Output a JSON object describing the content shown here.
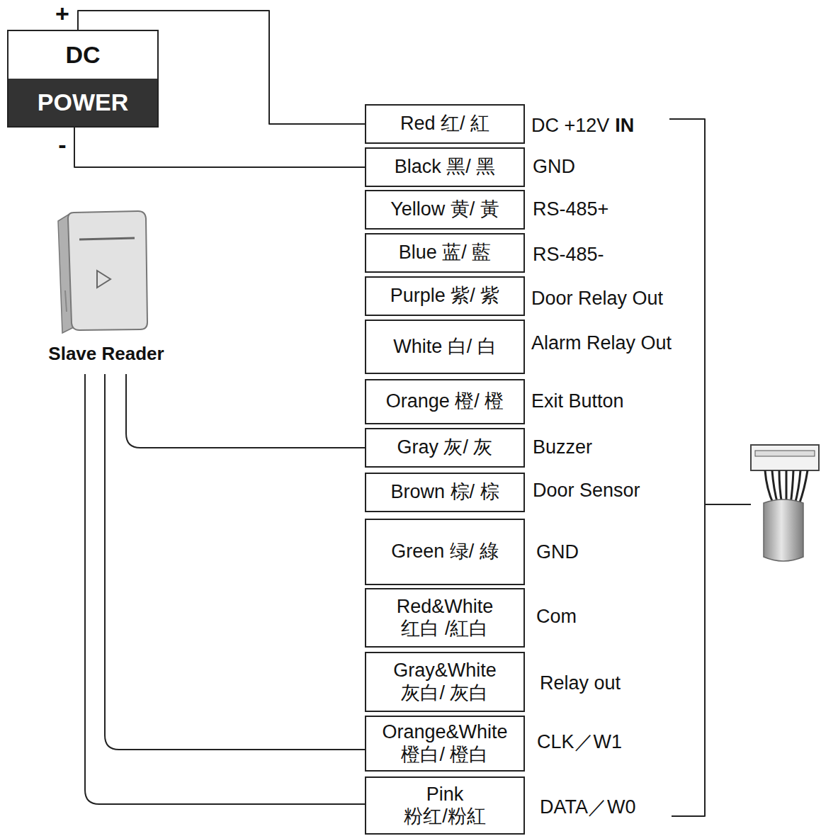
{
  "diagram": {
    "nodes": [
      {
        "text": [
          "DC",
          "POWER"
        ]
      },
      {
        "text": [
          "Red 红/ 紅"
        ]
      },
      {
        "text": [
          "Black 黑/ 黑"
        ]
      },
      {
        "text": [
          "Yellow 黄/ 黃"
        ]
      },
      {
        "text": [
          "Blue 蓝/ 藍"
        ]
      },
      {
        "text": [
          "Purple 紫/ 紫"
        ]
      },
      {
        "text": [
          "White 白/ 白"
        ]
      },
      {
        "text": [
          "Orange 橙/ 橙"
        ]
      },
      {
        "text": [
          "Gray 灰/ 灰"
        ]
      },
      {
        "text": [
          "Brown 棕/ 棕"
        ]
      },
      {
        "text": [
          "Green 绿/ 綠"
        ]
      },
      {
        "text": [
          "Red&White 红白 /紅白"
        ]
      },
      {
        "text": [
          "Gray&White 灰白/ 灰白"
        ]
      },
      {
        "text": [
          "Orange&White 橙白/ 橙白"
        ]
      },
      {
        "text": [
          "Pink 粉红/粉紅"
        ]
      }
    ],
    "edges": [
      {
        "from": 0,
        "to": 1,
        "arrow": "none"
      },
      {
        "from": 0,
        "to": 2,
        "arrow": "none"
      }
    ],
    "labels": [
      "+",
      "-",
      "Slave Reader",
      "DC +12V",
      "IN",
      "GND",
      "RS-485+",
      "RS-485-",
      "Door Relay Out",
      "Alarm Relay Out",
      "Exit Button",
      "Buzzer",
      "Door Sensor",
      "GND",
      "Com",
      "Relay out",
      "CLK／W1",
      "DATA／W0"
    ]
  }
}
